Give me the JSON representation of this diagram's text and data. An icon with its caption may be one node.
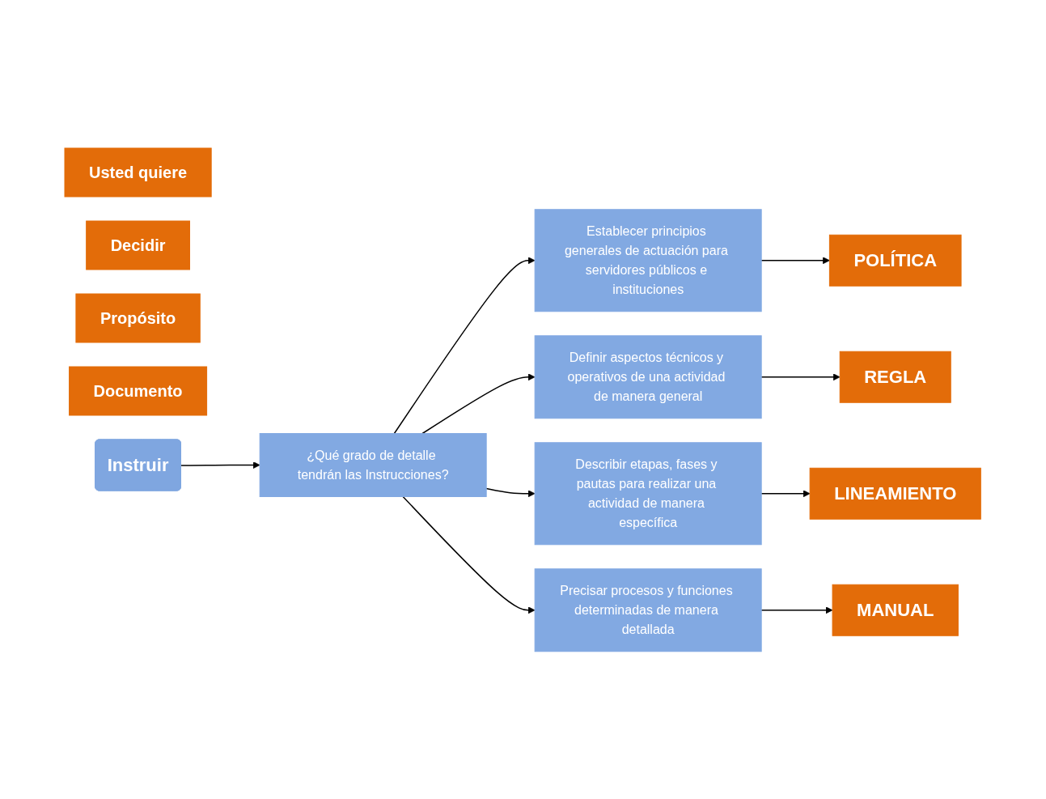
{
  "diagram": {
    "nodes": [
      {
        "text": [
          "Usted quiere"
        ]
      },
      {
        "text": [
          "Decidir"
        ]
      },
      {
        "text": [
          "Propósito"
        ]
      },
      {
        "text": [
          "Documento"
        ]
      },
      {
        "text": [
          "Instruir"
        ]
      },
      {
        "text": [
          "¿Qué grado de detalle tendrán las Instrucciones?"
        ]
      },
      {
        "text": [
          "Establecer principios generales de actuación para servidores públicos e instituciones"
        ]
      },
      {
        "text": [
          "Definir aspectos técnicos y operativos de una actividad de manera general"
        ]
      },
      {
        "text": [
          "Describir etapas, fases y pautas para realizar una actividad de manera específica"
        ]
      },
      {
        "text": [
          "Precisar procesos y funciones determinadas de manera detallada"
        ]
      },
      {
        "text": [
          "POLÍTICA"
        ]
      },
      {
        "text": [
          "REGLA"
        ]
      },
      {
        "text": [
          "LINEAMIENTO"
        ]
      },
      {
        "text": [
          "MANUAL"
        ]
      }
    ],
    "edges": [
      {
        "from": 4,
        "to": 5,
        "arrow": "to"
      },
      {
        "from": 5,
        "to": 6,
        "arrow": "to"
      },
      {
        "from": 5,
        "to": 7,
        "arrow": "to"
      },
      {
        "from": 5,
        "to": 8,
        "arrow": "to"
      },
      {
        "from": 5,
        "to": 9,
        "arrow": "to"
      },
      {
        "from": 6,
        "to": 10,
        "arrow": "to"
      },
      {
        "from": 7,
        "to": 11,
        "arrow": "to"
      },
      {
        "from": 8,
        "to": 12,
        "arrow": "to"
      },
      {
        "from": 9,
        "to": 13,
        "arrow": "to"
      }
    ]
  }
}
